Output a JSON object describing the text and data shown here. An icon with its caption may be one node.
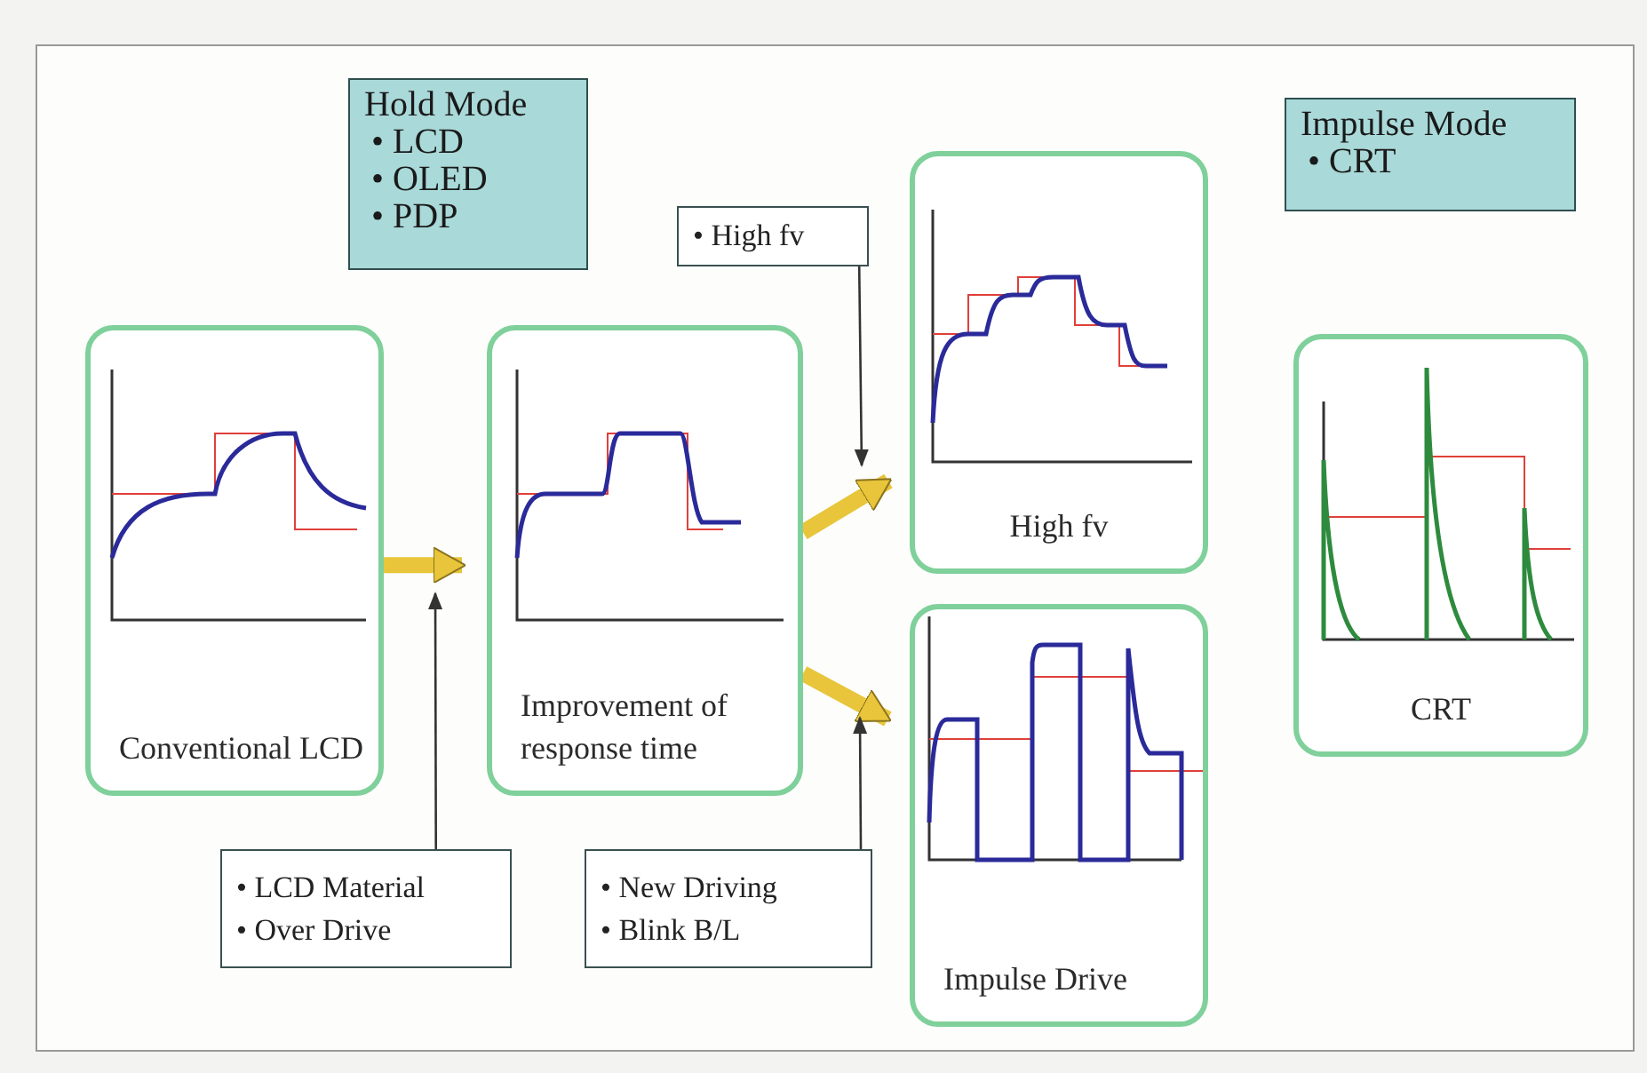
{
  "diagram": {
    "nodes": [
      {
        "text": [
          "Hold Mode",
          "• LCD",
          "• OLED",
          "• PDP"
        ]
      },
      {
        "text": [
          "Impulse Mode",
          "• CRT"
        ]
      },
      {
        "text": [
          "• High fv"
        ]
      },
      {
        "text": [
          "Conventional LCD"
        ]
      },
      {
        "text": [
          "Improvement of response time"
        ]
      },
      {
        "text": [
          "High fv"
        ]
      },
      {
        "text": [
          "Impulse Drive"
        ]
      },
      {
        "text": [
          "CRT"
        ]
      },
      {
        "text": [
          "• LCD Material",
          "• Over Drive"
        ]
      },
      {
        "text": [
          "• New Driving",
          "• Blink B/L"
        ]
      }
    ],
    "edges": [
      {
        "from": 3,
        "to": 4,
        "arrow": "to",
        "style": "thick"
      },
      {
        "from": 4,
        "to": 5,
        "arrow": "to",
        "style": "thick"
      },
      {
        "from": 4,
        "to": 6,
        "arrow": "to",
        "style": "thick"
      },
      {
        "from": 2,
        "to": null,
        "arrow": "to",
        "color": "#333333"
      },
      {
        "from": 8,
        "to": null,
        "arrow": "to",
        "color": "#333333"
      },
      {
        "from": 9,
        "to": null,
        "arrow": "to",
        "color": "#333333"
      }
    ]
  }
}
